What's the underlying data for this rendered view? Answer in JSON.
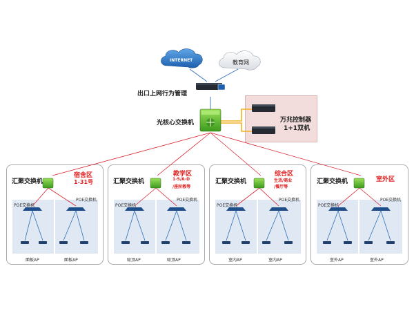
{
  "cloud_internet": "INTERNET",
  "cloud_edu": "教育网",
  "egress_label": "出口上网行为管理",
  "core_label": "光核心交换机",
  "controller_label_1": "万兆控制器",
  "controller_label_2": "1+1双机",
  "zones": [
    {
      "agg_label": "汇聚交换机",
      "zone_name": "宿舍区",
      "zone_detail": "1-31号",
      "zone_detail2": "",
      "poe_left": "POE交换机",
      "poe_right": "POE交换机",
      "ap_left": "面板AP",
      "ap_right": "面板AP"
    },
    {
      "agg_label": "汇聚交换机",
      "zone_name": "教学区",
      "zone_detail": "1-5/A-D",
      "zone_detail2": "/座阶教等",
      "poe_left": "POE交换机",
      "poe_right": "POE交换机",
      "ap_left": "吸顶AP",
      "ap_right": "吸顶AP"
    },
    {
      "agg_label": "汇聚交换机",
      "zone_name": "综合区",
      "zone_detail": "生活/商业",
      "zone_detail2": "/餐厅等",
      "poe_left": "POE交换机",
      "poe_right": "POE交换机",
      "ap_left": "室内AP",
      "ap_right": "室内AP"
    },
    {
      "agg_label": "汇聚交换机",
      "zone_name": "室外区",
      "zone_detail": "",
      "zone_detail2": "",
      "poe_left": "POE交换机",
      "poe_right": "POE交换机",
      "ap_left": "室外AP",
      "ap_right": "室外AP"
    }
  ],
  "colors": {
    "link_red": "#d9232d",
    "link_blue": "#2f6fb8",
    "link_yellow": "#f2b01e",
    "zone_text": "#e02020",
    "poe_area": "#dfe8f3",
    "controller_area": "#f2dcdc"
  }
}
